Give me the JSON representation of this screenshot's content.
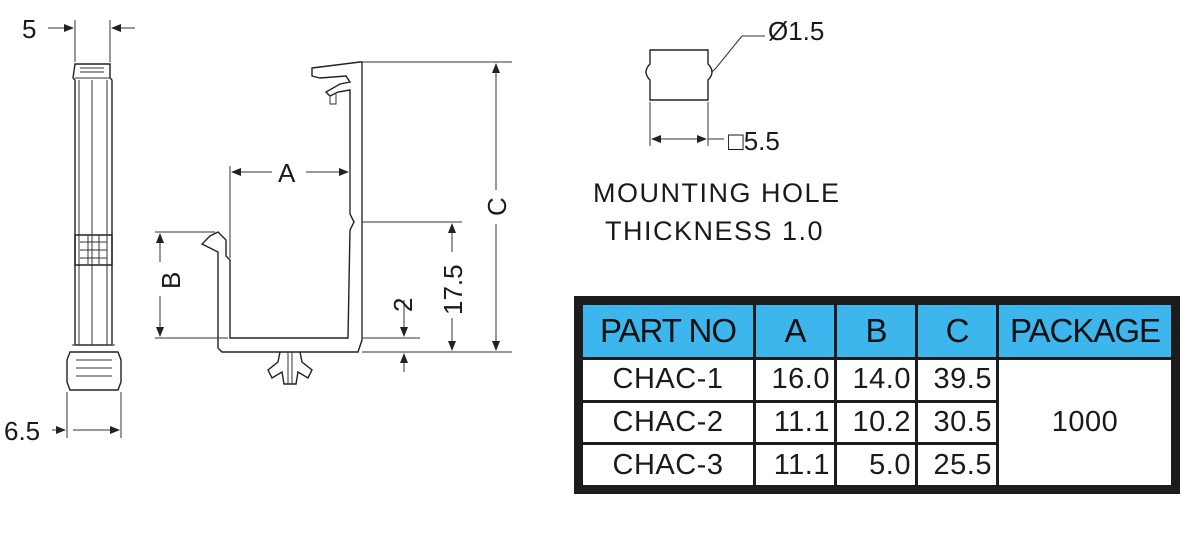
{
  "dimensions": {
    "top_width": "5",
    "bottom_width": "6.5",
    "a": "A",
    "b": "B",
    "c": "C",
    "height": "17.5",
    "gap": "2",
    "hole_diameter": "Ø1.5",
    "hole_square": "□5.5"
  },
  "notes": {
    "line1": "MOUNTING HOLE",
    "line2": "THICKNESS 1.0"
  },
  "table": {
    "headers": [
      "PART NO",
      "A",
      "B",
      "C",
      "PACKAGE"
    ],
    "rows": [
      {
        "part": "CHAC-1",
        "a": "16.0",
        "b": "14.0",
        "c": "39.5"
      },
      {
        "part": "CHAC-2",
        "a": "11.1",
        "b": "10.2",
        "c": "30.5"
      },
      {
        "part": "CHAC-3",
        "a": "11.1",
        "b": "5.0",
        "c": "25.5"
      }
    ],
    "package": "1000"
  },
  "colors": {
    "header_bg": "#3db6ee",
    "border": "#1c1c1c"
  }
}
